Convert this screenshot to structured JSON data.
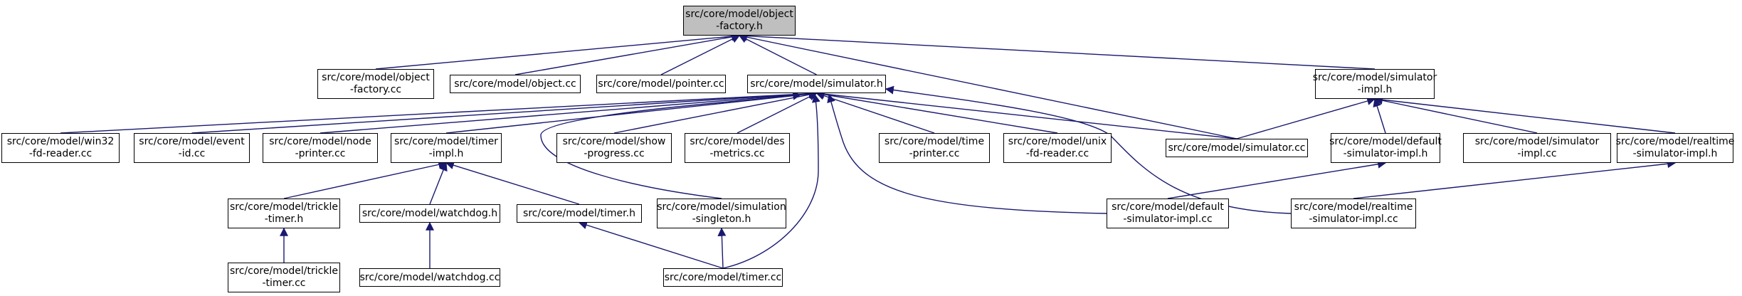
{
  "colors": {
    "edge": "#191970",
    "root_fill": "#bfbfbf",
    "node_fill": "#ffffff",
    "border": "#000000"
  },
  "nodes": [
    {
      "id": "object_factory_h",
      "lines": [
        "src/core/model/object",
        "-factory.h"
      ],
      "root": true
    },
    {
      "id": "object_factory_cc",
      "lines": [
        "src/core/model/object",
        "-factory.cc"
      ]
    },
    {
      "id": "object_cc",
      "lines": [
        "src/core/model/object.cc"
      ]
    },
    {
      "id": "pointer_cc",
      "lines": [
        "src/core/model/pointer.cc"
      ]
    },
    {
      "id": "simulator_h",
      "lines": [
        "src/core/model/simulator.h"
      ]
    },
    {
      "id": "simulator_impl_h",
      "lines": [
        "src/core/model/simulator",
        "-impl.h"
      ]
    },
    {
      "id": "win32_fd_reader_cc",
      "lines": [
        "src/core/model/win32",
        "-fd-reader.cc"
      ]
    },
    {
      "id": "event_id_cc",
      "lines": [
        "src/core/model/event",
        "-id.cc"
      ]
    },
    {
      "id": "node_printer_cc",
      "lines": [
        "src/core/model/node",
        "-printer.cc"
      ]
    },
    {
      "id": "timer_impl_h",
      "lines": [
        "src/core/model/timer",
        "-impl.h"
      ]
    },
    {
      "id": "show_progress_cc",
      "lines": [
        "src/core/model/show",
        "-progress.cc"
      ]
    },
    {
      "id": "des_metrics_cc",
      "lines": [
        "src/core/model/des",
        "-metrics.cc"
      ]
    },
    {
      "id": "time_printer_cc",
      "lines": [
        "src/core/model/time",
        "-printer.cc"
      ]
    },
    {
      "id": "unix_fd_reader_cc",
      "lines": [
        "src/core/model/unix",
        "-fd-reader.cc"
      ]
    },
    {
      "id": "simulator_cc",
      "lines": [
        "src/core/model/simulator.cc"
      ]
    },
    {
      "id": "default_simulator_impl_h",
      "lines": [
        "src/core/model/default",
        "-simulator-impl.h"
      ]
    },
    {
      "id": "simulator_impl_cc",
      "lines": [
        "src/core/model/simulator",
        "-impl.cc"
      ]
    },
    {
      "id": "realtime_simulator_impl_h",
      "lines": [
        "src/core/model/realtime",
        "-simulator-impl.h"
      ]
    },
    {
      "id": "trickle_timer_h",
      "lines": [
        "src/core/model/trickle",
        "-timer.h"
      ]
    },
    {
      "id": "watchdog_h",
      "lines": [
        "src/core/model/watchdog.h"
      ]
    },
    {
      "id": "timer_h",
      "lines": [
        "src/core/model/timer.h"
      ]
    },
    {
      "id": "simulation_singleton_h",
      "lines": [
        "src/core/model/simulation",
        "-singleton.h"
      ]
    },
    {
      "id": "default_simulator_impl_cc",
      "lines": [
        "src/core/model/default",
        "-simulator-impl.cc"
      ]
    },
    {
      "id": "realtime_simulator_impl_cc",
      "lines": [
        "src/core/model/realtime",
        "-simulator-impl.cc"
      ]
    },
    {
      "id": "trickle_timer_cc",
      "lines": [
        "src/core/model/trickle",
        "-timer.cc"
      ]
    },
    {
      "id": "watchdog_cc",
      "lines": [
        "src/core/model/watchdog.cc"
      ]
    },
    {
      "id": "timer_cc",
      "lines": [
        "src/core/model/timer.cc"
      ]
    }
  ],
  "edges": [
    [
      "object_factory_cc",
      "object_factory_h"
    ],
    [
      "object_cc",
      "object_factory_h"
    ],
    [
      "pointer_cc",
      "object_factory_h"
    ],
    [
      "simulator_h",
      "object_factory_h"
    ],
    [
      "simulator_cc",
      "object_factory_h"
    ],
    [
      "simulator_impl_h",
      "object_factory_h"
    ],
    [
      "win32_fd_reader_cc",
      "simulator_h"
    ],
    [
      "event_id_cc",
      "simulator_h"
    ],
    [
      "node_printer_cc",
      "simulator_h"
    ],
    [
      "timer_impl_h",
      "simulator_h"
    ],
    [
      "simulation_singleton_h",
      "simulator_h"
    ],
    [
      "show_progress_cc",
      "simulator_h"
    ],
    [
      "des_metrics_cc",
      "simulator_h"
    ],
    [
      "timer_cc",
      "simulator_h"
    ],
    [
      "default_simulator_impl_cc",
      "simulator_h"
    ],
    [
      "time_printer_cc",
      "simulator_h"
    ],
    [
      "unix_fd_reader_cc",
      "simulator_h"
    ],
    [
      "realtime_simulator_impl_cc",
      "simulator_h"
    ],
    [
      "simulator_cc",
      "simulator_h"
    ],
    [
      "simulator_cc",
      "simulator_impl_h"
    ],
    [
      "default_simulator_impl_h",
      "simulator_impl_h"
    ],
    [
      "simulator_impl_cc",
      "simulator_impl_h"
    ],
    [
      "realtime_simulator_impl_h",
      "simulator_impl_h"
    ],
    [
      "trickle_timer_h",
      "timer_impl_h"
    ],
    [
      "watchdog_h",
      "timer_impl_h"
    ],
    [
      "timer_h",
      "timer_impl_h"
    ],
    [
      "trickle_timer_cc",
      "trickle_timer_h"
    ],
    [
      "watchdog_cc",
      "watchdog_h"
    ],
    [
      "timer_cc",
      "timer_h"
    ],
    [
      "timer_cc",
      "simulation_singleton_h"
    ],
    [
      "default_simulator_impl_cc",
      "default_simulator_impl_h"
    ],
    [
      "realtime_simulator_impl_cc",
      "realtime_simulator_impl_h"
    ]
  ]
}
